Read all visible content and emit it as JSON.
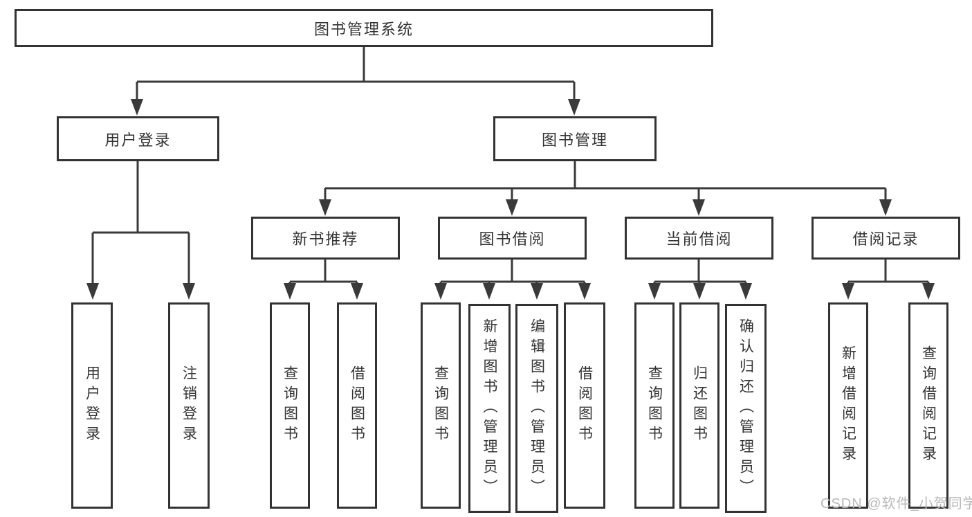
{
  "colors": {
    "line": "#3a3a3a",
    "border": "#333333",
    "text": "#333333",
    "watermark": "#b8b8b8",
    "bg": "#ffffff"
  },
  "nodes": {
    "root": {
      "label": "图书管理系统"
    },
    "user_login_branch": {
      "label": "用户登录"
    },
    "book_mgmt_branch": {
      "label": "图书管理"
    },
    "new_book_rec": {
      "label": "新书推荐"
    },
    "book_borrow": {
      "label": "图书借阅"
    },
    "current_borrow": {
      "label": "当前借阅"
    },
    "borrow_records": {
      "label": "借阅记录"
    },
    "leaf_user_login": {
      "label": "用户登录"
    },
    "leaf_logout": {
      "label": "注销登录"
    },
    "leaf_rec_query_books": {
      "label": "查询图书"
    },
    "leaf_rec_borrow_books": {
      "label": "借阅图书"
    },
    "leaf_bor_query_books": {
      "label": "查询图书"
    },
    "leaf_bor_add_books_admin": {
      "label": "新增图书（管理员）"
    },
    "leaf_bor_edit_books_admin": {
      "label": "编辑图书（管理员）"
    },
    "leaf_bor_borrow_books": {
      "label": "借阅图书"
    },
    "leaf_cur_query_books": {
      "label": "查询图书"
    },
    "leaf_cur_return_books": {
      "label": "归还图书"
    },
    "leaf_cur_confirm_return_admin": {
      "label": "确认归还（管理员）"
    },
    "leaf_add_borrow_record": {
      "label": "新增借阅记录"
    },
    "leaf_query_borrow_record": {
      "label": "查询借阅记录"
    }
  },
  "hierarchy": {
    "图书管理系统": {
      "用户登录": [
        "用户登录",
        "注销登录"
      ],
      "图书管理": {
        "新书推荐": [
          "查询图书",
          "借阅图书"
        ],
        "图书借阅": [
          "查询图书",
          "新增图书（管理员）",
          "编辑图书（管理员）",
          "借阅图书"
        ],
        "当前借阅": [
          "查询图书",
          "归还图书",
          "确认归还（管理员）"
        ],
        "借阅记录": [
          "新增借阅记录",
          "查询借阅记录"
        ]
      }
    }
  },
  "watermark": {
    "text": "CSDN @软件_小贺同学"
  }
}
